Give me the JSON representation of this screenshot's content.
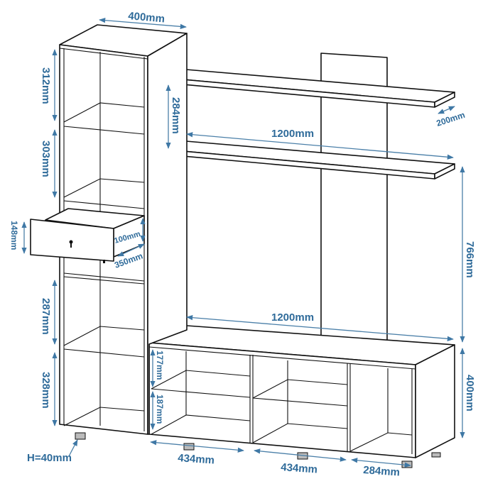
{
  "diagram": {
    "subject": "Wall unit / TV stand with bookcase tower, two floating shelves and drawer",
    "accent_color": "#2f6b9a",
    "line_color": "#111111",
    "dimensions": {
      "tower_width": "400mm",
      "tower_top_compartment": "312mm",
      "tower_second_compartment": "303mm",
      "drawer_height": "148mm",
      "drawer_depth_inner": "100mm",
      "drawer_depth": "350mm",
      "tower_fourth_compartment": "287mm",
      "tower_bottom_compartment": "328mm",
      "leg_height": "H=40mm",
      "shelf_spacing": "284mm",
      "shelf_depth": "200mm",
      "upper_shelf_width": "1200mm",
      "shelf_to_tv_unit": "766mm",
      "tv_unit_width": "1200mm",
      "tv_unit_height": "400mm",
      "tv_unit_upper_cubby": "177mm",
      "tv_unit_lower_cubby": "187mm",
      "tv_unit_section_1": "434mm",
      "tv_unit_section_2": "434mm",
      "tv_unit_section_3": "284mm"
    }
  }
}
